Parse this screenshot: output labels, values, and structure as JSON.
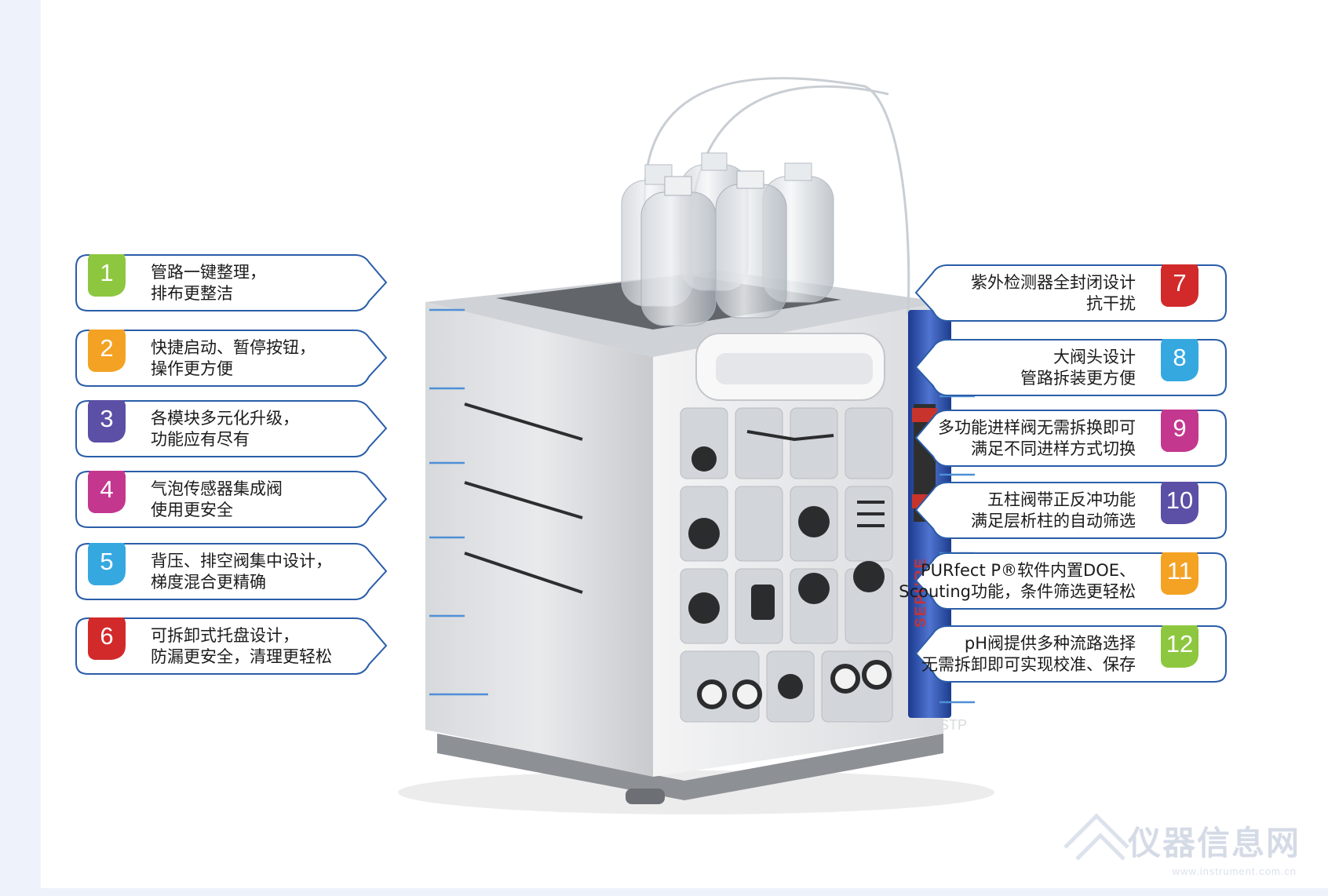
{
  "callouts": [
    {
      "num": "1",
      "side": "left",
      "color": "#8dc73f",
      "lines": [
        "管路一键整理，",
        "排布更整洁"
      ]
    },
    {
      "num": "2",
      "side": "left",
      "color": "#f4a224",
      "lines": [
        "快捷启动、暂停按钮，",
        "操作更方便"
      ]
    },
    {
      "num": "3",
      "side": "left",
      "color": "#5b4fa6",
      "lines": [
        "各模块多元化升级，",
        "功能应有尽有"
      ]
    },
    {
      "num": "4",
      "side": "left",
      "color": "#c4378f",
      "lines": [
        "气泡传感器集成阀",
        "使用更安全"
      ]
    },
    {
      "num": "5",
      "side": "left",
      "color": "#36a8e0",
      "lines": [
        "背压、排空阀集中设计，",
        "梯度混合更精确"
      ]
    },
    {
      "num": "6",
      "side": "left",
      "color": "#d22a2a",
      "lines": [
        "可拆卸式托盘设计，",
        "防漏更安全，清理更轻松"
      ]
    },
    {
      "num": "7",
      "side": "right",
      "color": "#d22a2a",
      "lines": [
        "紫外检测器全封闭设计",
        "抗干扰"
      ]
    },
    {
      "num": "8",
      "side": "right",
      "color": "#36a8e0",
      "lines": [
        "大阀头设计",
        "管路拆装更方便"
      ]
    },
    {
      "num": "9",
      "side": "right",
      "color": "#c4378f",
      "lines": [
        "多功能进样阀无需拆换即可",
        "满足不同进样方式切换"
      ]
    },
    {
      "num": "10",
      "side": "right",
      "color": "#5b4fa6",
      "lines": [
        "五柱阀带正反冲功能",
        "满足层析柱的自动筛选"
      ]
    },
    {
      "num": "11",
      "side": "right",
      "color": "#f4a224",
      "lines": [
        "PURfect P®软件内置DOE、",
        "Scouting功能，条件筛选更轻松"
      ]
    },
    {
      "num": "12",
      "side": "right",
      "color": "#8dc73f",
      "lines": [
        "pH阀提供多种流路选择",
        "无需拆卸即可实现校准、保存"
      ]
    }
  ],
  "device": {
    "brand": "SEPURE",
    "base_label": "STP"
  },
  "watermark": {
    "text": "仪器信息网",
    "sub": "www.instrument.com.cn"
  }
}
